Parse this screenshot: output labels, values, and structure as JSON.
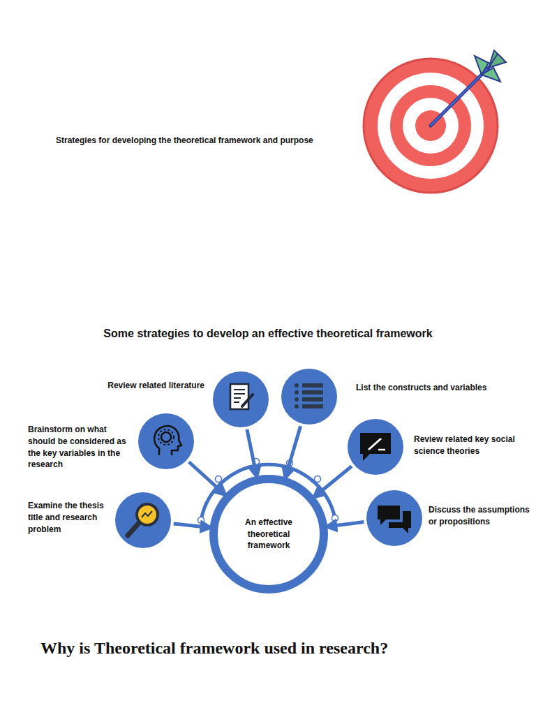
{
  "diagram": {
    "title": "Some strategies to develop an effective theoretical framework",
    "nodes": [
      {
        "text": [
          "Review related literature"
        ]
      },
      {
        "text": [
          "List the constructs and variables"
        ]
      },
      {
        "text": [
          "Brainstorm on what should be considered as the key variables in the research"
        ]
      },
      {
        "text": [
          "Review related key social science theories"
        ]
      },
      {
        "text": [
          "Examine the thesis title and research problem"
        ]
      },
      {
        "text": [
          "Discuss the assumptions or propositions"
        ]
      },
      {
        "text": [
          "An effective theoretical framework"
        ]
      }
    ],
    "edges": [
      {
        "from": 0,
        "to": 6,
        "arrow": "to"
      },
      {
        "from": 1,
        "to": 6,
        "arrow": "to"
      },
      {
        "from": 2,
        "to": 6,
        "arrow": "to"
      },
      {
        "from": 3,
        "to": 6,
        "arrow": "to"
      },
      {
        "from": 4,
        "to": 6,
        "arrow": "to"
      },
      {
        "from": 5,
        "to": 6,
        "arrow": "to"
      }
    ],
    "labels": [
      "Strategies for developing the theoretical framework and purpose",
      "Why is Theoretical framework used in research?"
    ]
  }
}
